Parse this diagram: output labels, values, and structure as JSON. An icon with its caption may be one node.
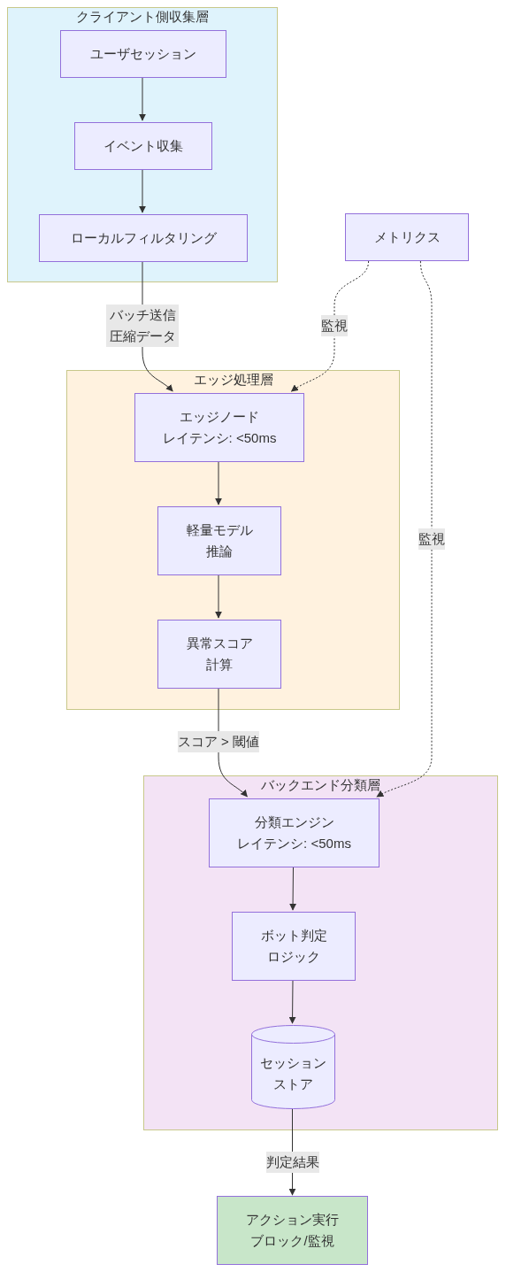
{
  "diagram": {
    "nodes": [
      {
        "text": [
          "クライアント側収集層"
        ]
      },
      {
        "text": [
          "ユーザセッション"
        ],
        "in": 0
      },
      {
        "text": [
          "イベント収集"
        ],
        "in": 0
      },
      {
        "text": [
          "ローカルフィルタリング"
        ],
        "in": 0
      },
      {
        "text": [
          "メトリクス"
        ]
      },
      {
        "text": [
          "エッジ処理層"
        ]
      },
      {
        "text": [
          "エッジノード",
          "レイテンシ: <50ms"
        ],
        "in": 5
      },
      {
        "text": [
          "軽量モデル",
          "推論"
        ],
        "in": 5
      },
      {
        "text": [
          "異常スコア",
          "計算"
        ],
        "in": 5
      },
      {
        "text": [
          "バックエンド分類層"
        ]
      },
      {
        "text": [
          "分類エンジン",
          "レイテンシ: <50ms"
        ],
        "in": 9
      },
      {
        "text": [
          "ボット判定",
          "ロジック"
        ],
        "in": 9
      },
      {
        "text": [
          "セッション",
          "ストア"
        ],
        "in": 9
      },
      {
        "text": [
          "アクション実行",
          "ブロック/監視"
        ]
      }
    ],
    "edges": [
      {
        "from": 1,
        "to": 2,
        "arrow": "to"
      },
      {
        "from": 2,
        "to": 3,
        "arrow": "to"
      },
      {
        "from": 3,
        "to": 6,
        "arrow": "to",
        "label": "バッチ送信圧縮データ"
      },
      {
        "from": 4,
        "to": 6,
        "arrow": "to",
        "label": "監視",
        "style": "dashed"
      },
      {
        "from": 4,
        "to": 10,
        "arrow": "to",
        "label": "監視",
        "style": "dashed"
      },
      {
        "from": 6,
        "to": 7,
        "arrow": "to"
      },
      {
        "from": 7,
        "to": 8,
        "arrow": "to"
      },
      {
        "from": 8,
        "to": 10,
        "arrow": "to",
        "label": "スコア > 閾値"
      },
      {
        "from": 10,
        "to": 11,
        "arrow": "to"
      },
      {
        "from": 11,
        "to": 12,
        "arrow": "to"
      },
      {
        "from": 12,
        "to": 13,
        "arrow": "to",
        "label": "判定結果"
      }
    ]
  }
}
